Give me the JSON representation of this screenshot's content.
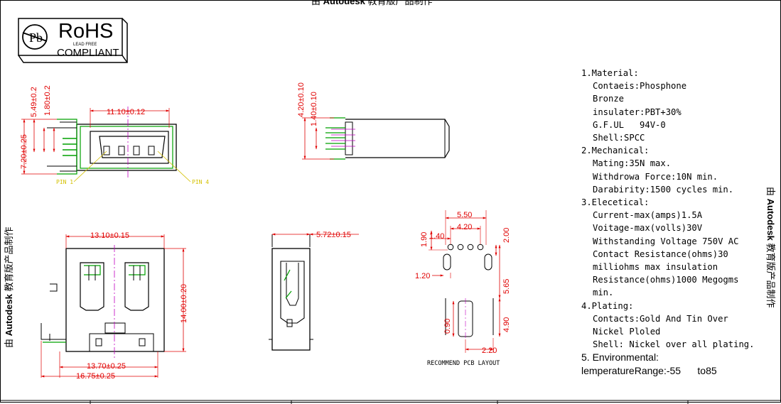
{
  "watermark": {
    "top": {
      "pre": "由 ",
      "brand": "Autodesk",
      "post": " 教育版产品制作"
    },
    "left": {
      "pre": "由 ",
      "brand": "Autodesk",
      "post": " 教育版产品制作"
    },
    "right": {
      "pre": "由 ",
      "brand": "Autodesk",
      "post": " 教育版产品制作"
    }
  },
  "logo": {
    "main": "RoHS",
    "lead": "LEAD FREE",
    "compliant": "COMPLIANT"
  },
  "dimensions": {
    "top_width": "11.10±0.12",
    "top_h1": "5.49±0.2",
    "top_h2": "1.80±0.2",
    "top_h3": "7.20±0.25",
    "pin1": "PIN 1",
    "pin4": "PIN 4",
    "side_h1": "4.20±0.10",
    "side_h2": "1.40±0.10",
    "front_w": "13.10±0.15",
    "front_h": "14.00±0.20",
    "front_b1": "13.70±0.25",
    "front_b2": "16.75±0.25",
    "end_w": "5.72±0.15",
    "pcb_550": "5.50",
    "pcb_420": "4.20",
    "pcb_140": "1.40",
    "pcb_190": "1.90",
    "pcb_200": "2.00",
    "pcb_120": "1.20",
    "pcb_565": "5.65",
    "pcb_090": "0.90",
    "pcb_490": "4.90",
    "pcb_220": "2.20",
    "pcb_caption": "RECOMMEND PCB LAYOUT"
  },
  "spec": {
    "lines": [
      {
        "text": "1.Material:",
        "indent": false
      },
      {
        "text": "Contaeis:Phosphone",
        "indent": true
      },
      {
        "text": "Bronze",
        "indent": true
      },
      {
        "text": "insulater:PBT+30%",
        "indent": true
      },
      {
        "text": "G.F.UL   94V-0",
        "indent": true
      },
      {
        "text": "Shell:SPCC",
        "indent": true
      },
      {
        "text": "2.Mechanical:",
        "indent": false
      },
      {
        "text": "Mating:35N max.",
        "indent": true
      },
      {
        "text": "Withdrowa Force:10N min.",
        "indent": true
      },
      {
        "text": "Darabirity:1500 cycles min.",
        "indent": true
      },
      {
        "text": "3.Elecetical:",
        "indent": false
      },
      {
        "text": "Current-max(amps)1.5A",
        "indent": true
      },
      {
        "text": "Voitage-max(volls)30V",
        "indent": true
      },
      {
        "text": "Withstanding Voltage 750V AC",
        "indent": true
      },
      {
        "text": "Contact Resistance(ohms)30",
        "indent": true
      },
      {
        "text": "milliohms max insulation",
        "indent": true
      },
      {
        "text": "Resistance(ohms)1000 Megogms",
        "indent": true
      },
      {
        "text": "min.",
        "indent": true
      },
      {
        "text": "4.Plating:",
        "indent": false
      },
      {
        "text": "Contacts:Gold And Tin Over",
        "indent": true
      },
      {
        "text": "Nickel Ploled",
        "indent": true
      },
      {
        "text": "Shell: Nickel over all plating.",
        "indent": true
      }
    ],
    "env_title": "5. Environmental:",
    "env_range": "lemperatureRange:-55      to85"
  },
  "colors": {
    "dim": "#e00000",
    "green": "#00a000",
    "magenta": "#c000c0",
    "yellow": "#d4c000",
    "line": "#000000"
  }
}
